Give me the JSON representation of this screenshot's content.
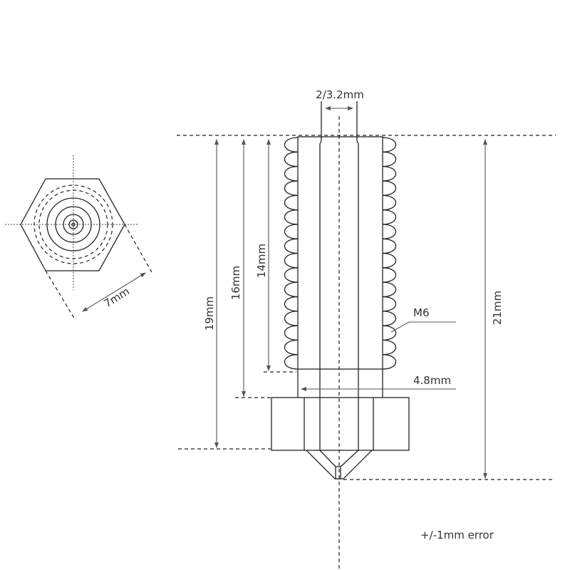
{
  "labels": {
    "hex_width": "7mm",
    "filament_diameter": "2/3.2mm",
    "len_19": "19mm",
    "len_16": "16mm",
    "len_14": "14mm",
    "len_21": "21mm",
    "thread": "M6",
    "shank_diameter": "4.8mm",
    "tolerance_note": "+/-1mm error"
  }
}
